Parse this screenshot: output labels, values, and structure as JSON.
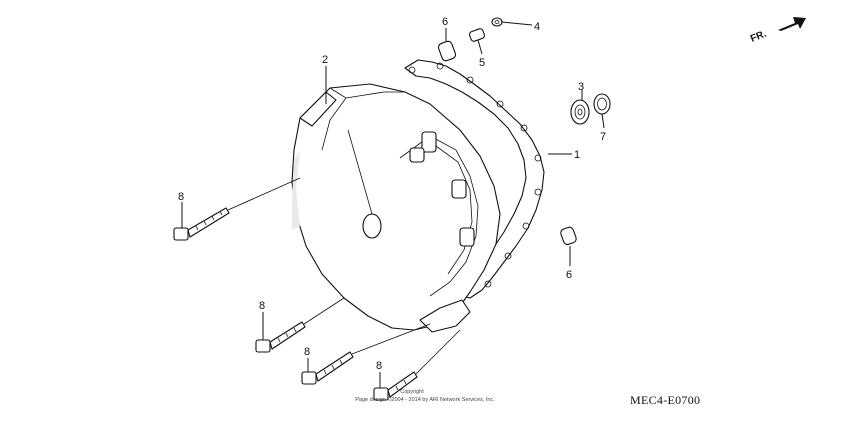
{
  "diagram": {
    "code": "MEC4-E0700",
    "copyright_line1": "Copyright",
    "copyright_line2": "Page design ©2004 - 2014 by ARI Network Services, Inc.",
    "direction_label": "FR.",
    "callouts": {
      "c1": "1",
      "c2": "2",
      "c3": "3",
      "c4": "4",
      "c5": "5",
      "c6a": "6",
      "c6b": "6",
      "c7": "7",
      "c8a": "8",
      "c8b": "8",
      "c8c": "8",
      "c8d": "8"
    }
  }
}
